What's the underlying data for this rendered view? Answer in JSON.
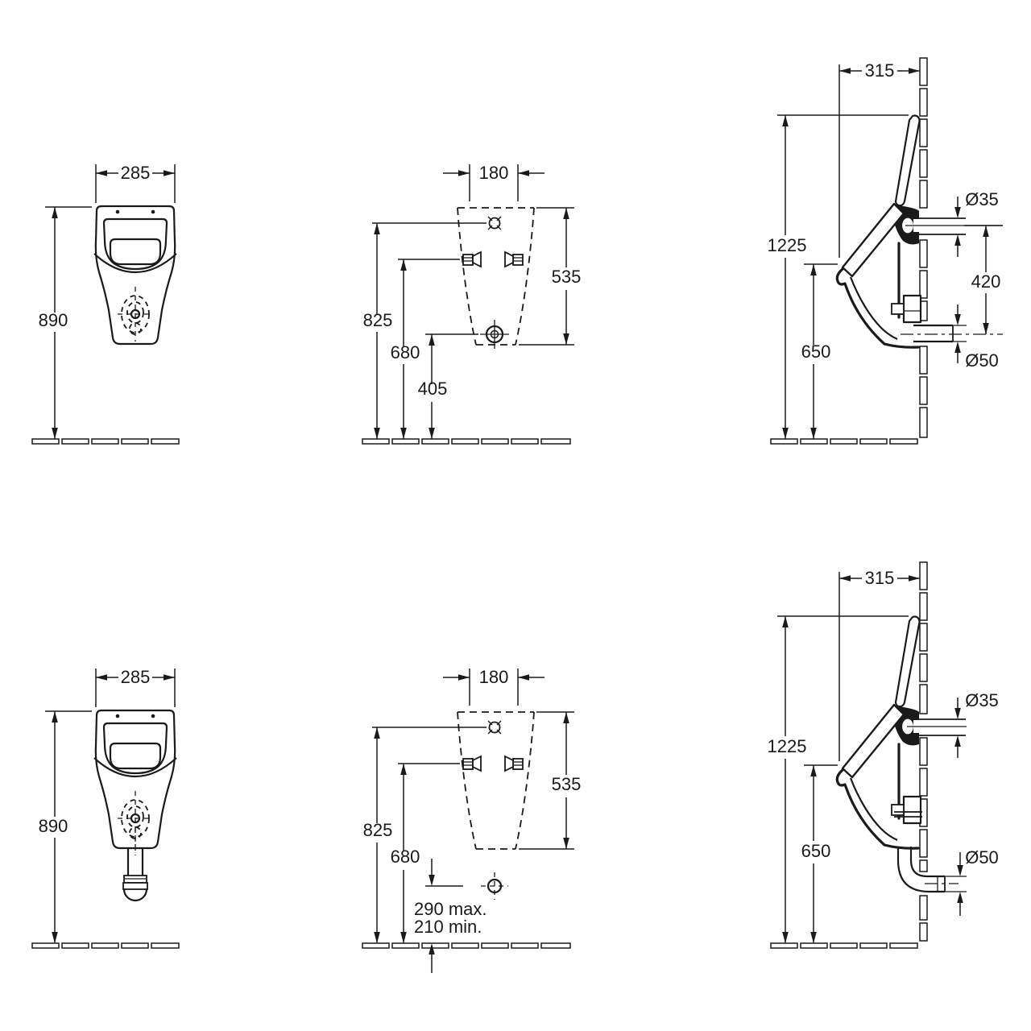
{
  "colors": {
    "ink": "#1a1a1a",
    "paper": "#ffffff"
  },
  "views": {
    "top_front": {
      "width": "285",
      "height": "890"
    },
    "top_rear": {
      "spacing": "180",
      "inlet_h": "825",
      "fixing_h": "680",
      "outlet_h": "405",
      "body_h": "535"
    },
    "top_side": {
      "depth": "315",
      "overall_h": "1225",
      "rim_h": "650",
      "inlet_d": "Ø35",
      "gap": "420",
      "outlet_d": "Ø50"
    },
    "bottom_front": {
      "width": "285",
      "height": "890"
    },
    "bottom_rear": {
      "spacing": "180",
      "inlet_h": "825",
      "fixing_h": "680",
      "body_h": "535",
      "outlet_max": "290 max.",
      "outlet_min": "210 min."
    },
    "bottom_side": {
      "depth": "315",
      "overall_h": "1225",
      "rim_h": "650",
      "inlet_d": "Ø35",
      "outlet_d": "Ø50"
    }
  }
}
